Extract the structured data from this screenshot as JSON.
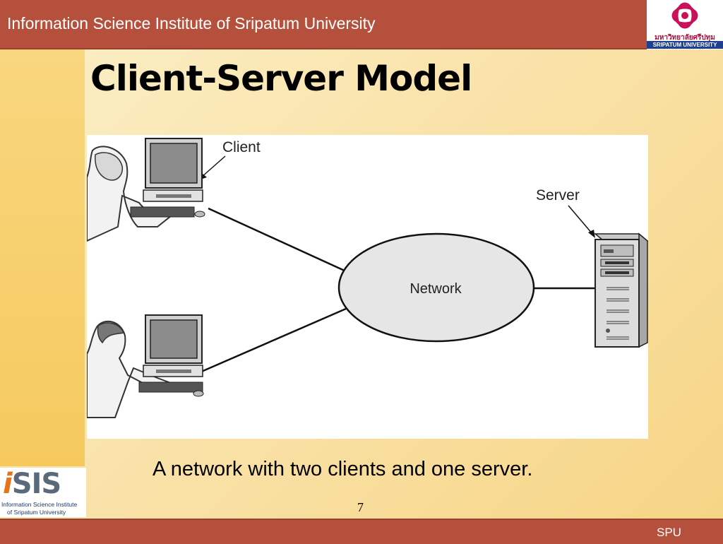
{
  "header": {
    "title": "Information Science Institute of Sripatum University"
  },
  "university_logo": {
    "icon": "spu-lotus-logo-icon",
    "thai_name": "มหาวิทยาลัยศรีปทุม",
    "english_name": "SRIPATUM UNIVERSITY",
    "color": "#c8105a"
  },
  "slide": {
    "title": "Client-Server Model",
    "caption": "A network with two clients and one server.",
    "page_number": "7"
  },
  "diagram": {
    "labels": {
      "client": "Client",
      "server": "Server",
      "network": "Network"
    },
    "nodes": [
      {
        "id": "client-1",
        "kind": "client workstation"
      },
      {
        "id": "client-2",
        "kind": "client workstation"
      },
      {
        "id": "network",
        "kind": "cloud"
      },
      {
        "id": "server",
        "kind": "tower server"
      }
    ],
    "edges": [
      {
        "from": "client-1",
        "to": "network"
      },
      {
        "from": "client-2",
        "to": "network"
      },
      {
        "from": "network",
        "to": "server"
      }
    ]
  },
  "isis_logo": {
    "mark_i": "i",
    "mark_rest": "SIS",
    "line1": "Information Science Institute",
    "line2": "of Sripatum University"
  },
  "footer": {
    "text": "SPU"
  },
  "colors": {
    "bar": "#b5503d",
    "strip": "#f7cf6c",
    "background": "#fae6b2"
  }
}
